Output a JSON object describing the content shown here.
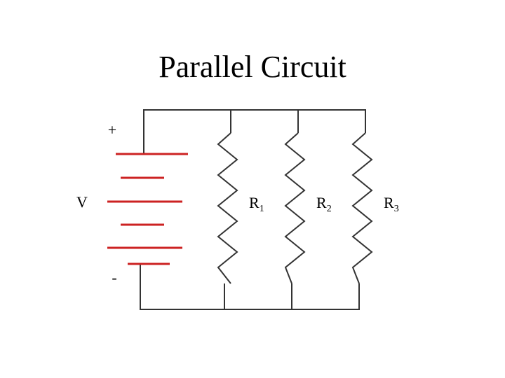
{
  "title": "Parallel Circuit",
  "battery": {
    "label": "V",
    "plus": "+",
    "minus": "-"
  },
  "resistors": [
    {
      "label": "R",
      "sub": "1"
    },
    {
      "label": "R",
      "sub": "2"
    },
    {
      "label": "R",
      "sub": "3"
    }
  ],
  "colors": {
    "wire": "#333333",
    "battery_plates": "#cc2222",
    "text": "#000000"
  }
}
